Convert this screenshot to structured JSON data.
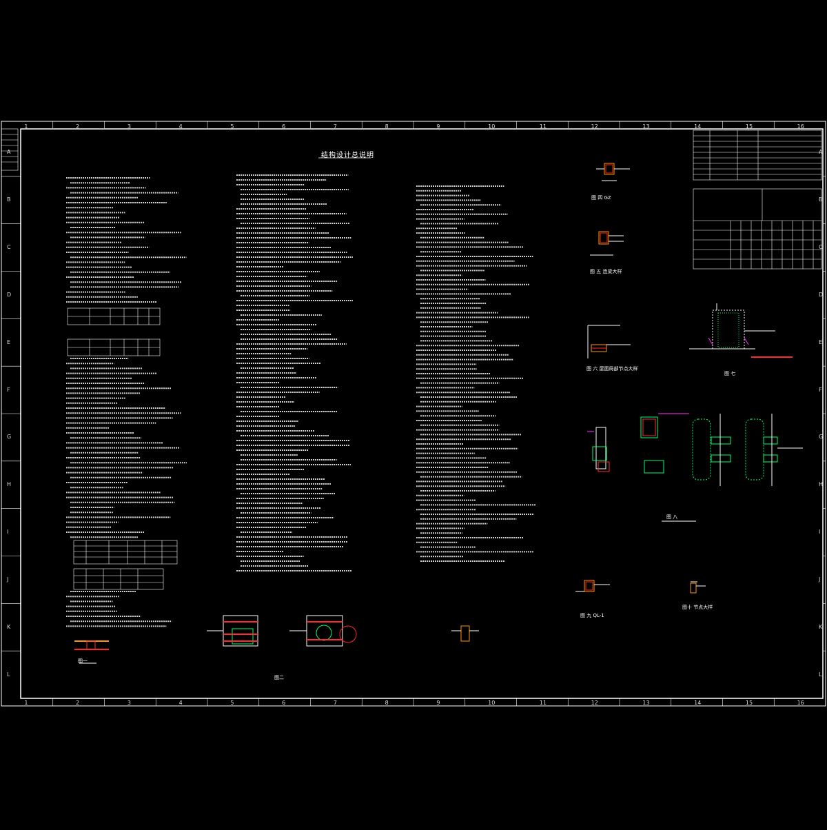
{
  "sheet_title": "结构设计总说明",
  "grid": {
    "columns": [
      "1",
      "2",
      "3",
      "4",
      "5",
      "6",
      "7",
      "8",
      "9",
      "10",
      "11",
      "12",
      "13",
      "14",
      "15",
      "16"
    ],
    "rows": [
      "A",
      "B",
      "C",
      "D",
      "E",
      "F",
      "G",
      "H",
      "I",
      "J",
      "K",
      "L"
    ]
  },
  "figures": [
    {
      "id": "fig-gz",
      "caption": "图 四 GZ"
    },
    {
      "id": "fig-5",
      "caption": "图 五 连梁大样"
    },
    {
      "id": "fig-6",
      "caption": "图 六 屋面局部节点大样"
    },
    {
      "id": "fig-7",
      "caption": "图 七"
    },
    {
      "id": "fig-8",
      "caption": "图 八"
    },
    {
      "id": "fig-9",
      "caption": "图 九 QL-1"
    },
    {
      "id": "fig-10",
      "caption": "图十 节点大样"
    },
    {
      "id": "fig-1",
      "caption": "图一"
    },
    {
      "id": "fig-2",
      "caption": "图二"
    }
  ],
  "colors": {
    "line": "#ffffff",
    "accent_red": "#ff2a2a",
    "accent_magenta": "#ff33ff",
    "accent_orange": "#ff9900",
    "accent_green": "#00ff66",
    "accent_cyan": "#33ccff"
  }
}
